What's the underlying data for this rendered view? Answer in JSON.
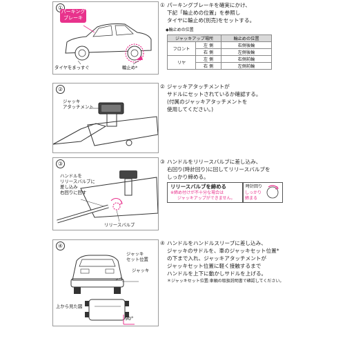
{
  "steps": [
    {
      "num": "①",
      "lines": [
        "パーキングブレーキを確実にかけ、",
        "下記「輪止めの位置」を参照し",
        "タイヤに輪止め(別売)をセットする。"
      ],
      "labels": {
        "brake": "パーキング\nブレーキ",
        "tire": "タイヤをまっすぐ",
        "chock": "輪止め*"
      }
    },
    {
      "num": "②",
      "lines": [
        "ジャッキアタッチメントが",
        "サドルにセットされているか確認する。",
        "(付属のジャッキアタッチメントを",
        "使用してください。)"
      ],
      "labels": {
        "attachment": "ジャッキ\nアタッチメント"
      }
    },
    {
      "num": "③",
      "lines": [
        "ハンドルをリリースバルブに差し込み、",
        "右回り(時計回り)に回してリリースバルブを",
        "しっかり締める。"
      ],
      "labels": {
        "handle": "ハンドルを\nリリースバルブに\n差し込み\n右回りに回す",
        "valve": "リリースバルブ"
      },
      "warning": {
        "title": "リリースバルブを締める",
        "line1": "※締め付けが不十分な場合は",
        "line2": "ジャッキアップができません。"
      },
      "clockwise": {
        "title": "時計回り",
        "note": "しっかり\n締まる"
      }
    },
    {
      "num": "④",
      "lines": [
        "ハンドルをハンドルスリーブに差し込み、",
        "ジャッキのサドルを、車のジャッキセット位置*",
        "の下まで入れ、ジャッキアタッチメントが",
        "ジャッキセット位置に軽く接触するまで",
        "ハンドルを上下に動かしサドルを上げる。"
      ],
      "footnote": "＊ジャッキセット位置:車輌の取扱説明書で確認してください。",
      "labels": {
        "jackpos": "ジャッキ\nセット位置",
        "jack": "ジャッキ",
        "top": "上から見た図",
        "angle": "90°"
      }
    }
  ],
  "table": {
    "caption": "◆輪止めの位置",
    "headers": [
      "ジャッキアップ場所",
      "輪止めの位置"
    ],
    "groups": [
      {
        "name": "フロント",
        "rows": [
          [
            "左 側",
            "右側後輪"
          ],
          [
            "右 側",
            "左側後輪"
          ]
        ]
      },
      {
        "name": "リヤ",
        "rows": [
          [
            "左 側",
            "右側前輪"
          ],
          [
            "右 側",
            "左側前輪"
          ]
        ]
      }
    ]
  },
  "colors": {
    "accent": "#e8328c"
  }
}
